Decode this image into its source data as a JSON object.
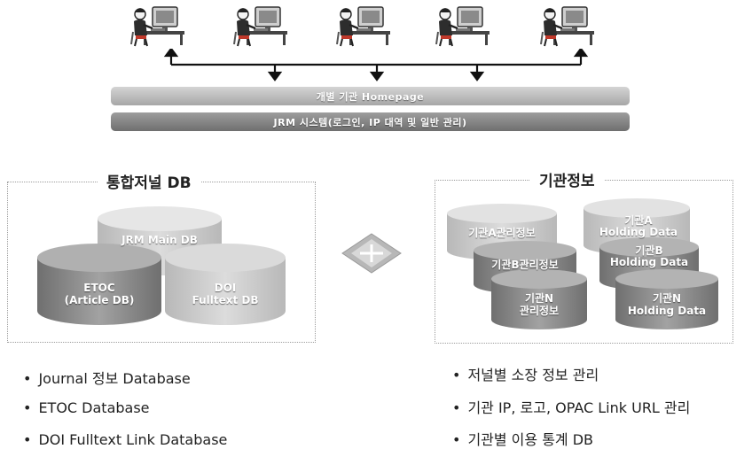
{
  "top_bars": {
    "homepage": "개별 기관 Homepage",
    "jrm_system": "JRM 시스템(로그인, IP 대역 및 일반 관리)"
  },
  "left_panel": {
    "title": "통합저널 DB",
    "databases": {
      "main": "JRM Main DB",
      "etoc_line1": "ETOC",
      "etoc_line2": "(Article DB)",
      "doi_line1": "DOI",
      "doi_line2": "Fulltext DB"
    },
    "bullets": [
      "Journal 정보 Database",
      "ETOC Database",
      "DOI Fulltext Link Database"
    ]
  },
  "right_panel": {
    "title": "기관정보",
    "databases": {
      "a_mgmt": "기관A관리정보",
      "a_hold_line1": "기관A",
      "a_hold_line2": "Holding Data",
      "b_mgmt": "기관B관리정보",
      "b_hold_line1": "기관B",
      "b_hold_line2": "Holding Data",
      "n_mgmt_line1": "기관N",
      "n_mgmt_line2": "관리정보",
      "n_hold_line1": "기관N",
      "n_hold_line2": "Holding Data"
    },
    "bullets": [
      "저널별 소장 정보 관리",
      "기관 IP, 로고, OPAC Link URL 관리",
      "기관별 이용 통계 DB"
    ]
  },
  "colors": {
    "bar_light": "#b9b9b9",
    "bar_dark": "#858585",
    "cylinder_body": "#8c8c8c",
    "cylinder_top": "#b4b4b4"
  }
}
